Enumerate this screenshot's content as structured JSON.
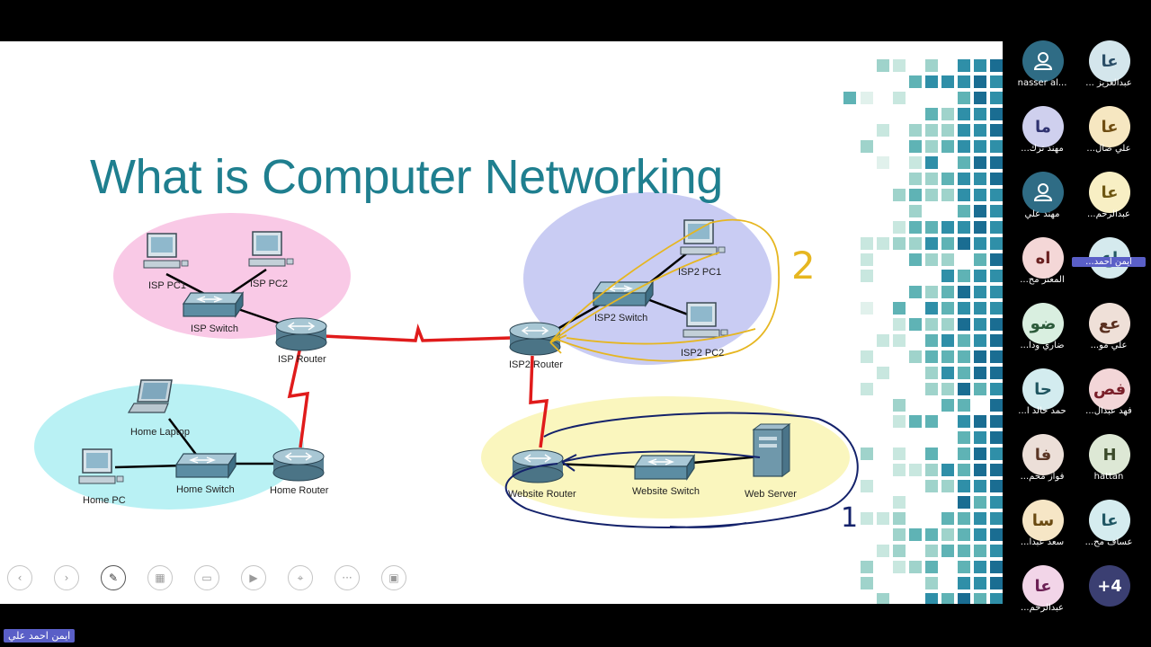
{
  "slide": {
    "title": "What is Computer Networking",
    "annotations": {
      "isp2_group_number": "2",
      "website_group_number": "1"
    },
    "nodes": {
      "isp_pc1": "ISP PC1",
      "isp_pc2": "ISP PC2",
      "isp_switch": "ISP Switch",
      "isp_router": "ISP Router",
      "home_laptop": "Home Laptop",
      "home_pc": "Home PC",
      "home_switch": "Home Switch",
      "home_router": "Home Router",
      "isp2_router": "ISP2 Router",
      "isp2_switch": "ISP2 Switch",
      "isp2_pc1": "ISP2 PC1",
      "isp2_pc2": "ISP2 PC2",
      "website_router": "Website Router",
      "website_switch": "Website Switch",
      "web_server": "Web Server"
    },
    "colors": {
      "title": "#1f7f8f",
      "isp_zone": "#f9c9e6",
      "home_zone": "#b9f1f4",
      "isp2_zone": "#c9ccf3",
      "website_zone": "#faf6be",
      "wan_link": "#e01b1b",
      "yellow_ink": "#e6b620",
      "navy_ink": "#14226b"
    }
  },
  "toolbar": {
    "buttons": [
      {
        "name": "previous-slide-button",
        "icon": "chevron-left-icon",
        "glyph": "‹"
      },
      {
        "name": "next-slide-button",
        "icon": "chevron-right-icon",
        "glyph": "›"
      },
      {
        "name": "pen-tool-button",
        "icon": "pen-icon",
        "glyph": "✎"
      },
      {
        "name": "all-slides-button",
        "icon": "grid-icon",
        "glyph": "▦"
      },
      {
        "name": "subtitles-button",
        "icon": "captions-icon",
        "glyph": "▭"
      },
      {
        "name": "camera-button",
        "icon": "video-icon",
        "glyph": "▶"
      },
      {
        "name": "laser-pointer-button",
        "icon": "pointer-icon",
        "glyph": "⌖"
      },
      {
        "name": "more-options-button",
        "icon": "ellipsis-icon",
        "glyph": "···"
      },
      {
        "name": "display-settings-button",
        "icon": "monitor-icon",
        "glyph": "▣"
      }
    ]
  },
  "participants": [
    {
      "initials": "",
      "name": "nasser al...",
      "bg": "#2f6c85",
      "fg": "#ffffff",
      "person": true
    },
    {
      "initials": "عا",
      "name": "... عبدالعزيز",
      "bg": "#d4e6ec",
      "fg": "#2a4d66"
    },
    {
      "initials": "ما",
      "name": "...مهند ترك",
      "bg": "#cfd0ee",
      "fg": "#2f3270"
    },
    {
      "initials": "عا",
      "name": "...علي صال",
      "bg": "#f6e7c1",
      "fg": "#6f4d12"
    },
    {
      "initials": "",
      "name": "مهند علي",
      "bg": "#2f6c85",
      "fg": "#ffffff",
      "person": true
    },
    {
      "initials": "عا",
      "name": "...عبدالرحم",
      "bg": "#f8efc4",
      "fg": "#6e5712"
    },
    {
      "initials": "اه",
      "name": "...المعتز مح",
      "bg": "#f4d7d7",
      "fg": "#6a2020"
    },
    {
      "initials": "اع",
      "name": "...ايمن احمد",
      "bg": "#d5eaee",
      "fg": "#245862",
      "highlight": true
    },
    {
      "initials": "ضو",
      "name": "...ضاري ودا",
      "bg": "#d9efe0",
      "fg": "#2c5a3a"
    },
    {
      "initials": "عع",
      "name": "...علي مو",
      "bg": "#efe0d8",
      "fg": "#5a3020"
    },
    {
      "initials": "حا",
      "name": "...حمد خالد ا",
      "bg": "#d3ecef",
      "fg": "#1f5560"
    },
    {
      "initials": "فص",
      "name": "...فهد عبدال",
      "bg": "#f3d6d8",
      "fg": "#7a1f2a"
    },
    {
      "initials": "فا",
      "name": "...فواز محم",
      "bg": "#ecdfd8",
      "fg": "#5a3524"
    },
    {
      "initials": "H",
      "name": "hattan",
      "bg": "#dde8d5",
      "fg": "#3b4a2a"
    },
    {
      "initials": "سا",
      "name": "...سعد عبدا",
      "bg": "#f6e6c6",
      "fg": "#6a4a12"
    },
    {
      "initials": "عا",
      "name": "...عساف مح",
      "bg": "#d5ecef",
      "fg": "#1f5663"
    },
    {
      "initials": "عا",
      "name": "...عبدالرحم",
      "bg": "#f2d5e8",
      "fg": "#6b2054"
    },
    {
      "initials": "+4",
      "name": "",
      "bg": "#3b3f72",
      "fg": "#ffffff"
    }
  ],
  "presenter": {
    "name": "ايمن احمد علي"
  }
}
